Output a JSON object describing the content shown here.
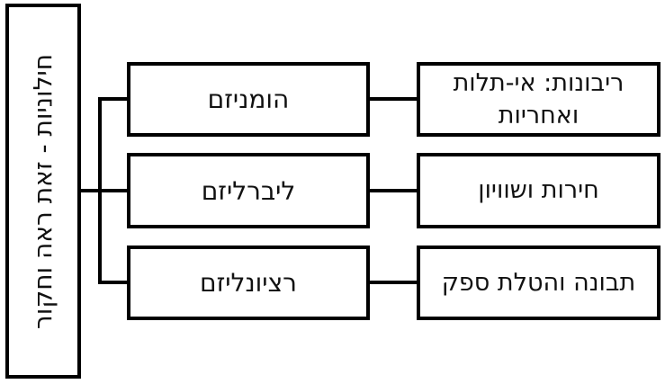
{
  "diagram": {
    "title_box": {
      "label": "חילוניות - זאת ראה וחקור"
    },
    "rows": [
      {
        "concept": "הומניזם",
        "detail": "ריבונות: אי-תלות ואחריות"
      },
      {
        "concept": "ליברליזם",
        "detail": "חירות ושוויון"
      },
      {
        "concept": "רציונליזם",
        "detail": "תבונה והטלת ספק"
      }
    ],
    "colors": {
      "line": "#000000",
      "box_border": "#000000",
      "box_fill": "#ffffff",
      "background": "#ffffff",
      "text": "#111111"
    },
    "language": "Hebrew",
    "direction": "rtl"
  }
}
